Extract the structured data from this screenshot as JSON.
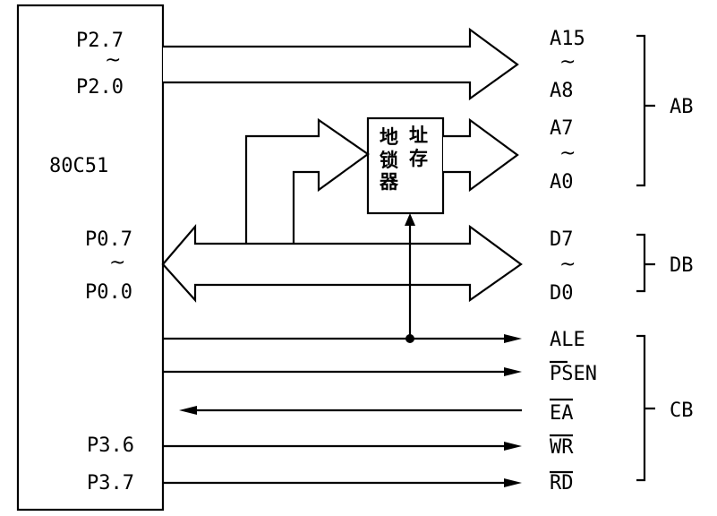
{
  "chip": {
    "name": "80C51",
    "p2_high": "P2.7",
    "p2_low": "P2.0",
    "p0_high": "P0.7",
    "p0_low": "P0.0",
    "p36": "P3.6",
    "p37": "P3.7",
    "tilde": "~"
  },
  "latch": {
    "label": [
      "地",
      "址",
      "锁",
      "存",
      "器"
    ]
  },
  "address_bus": {
    "high_top": "A15",
    "high_bottom": "A8",
    "low_top": "A7",
    "low_bottom": "A0",
    "name": "AB"
  },
  "data_bus": {
    "top": "D7",
    "bottom": "D0",
    "name": "DB"
  },
  "control_bus": {
    "signals": [
      "ALE",
      "PSEN",
      "EA",
      "WR",
      "RD"
    ],
    "name": "CB"
  }
}
